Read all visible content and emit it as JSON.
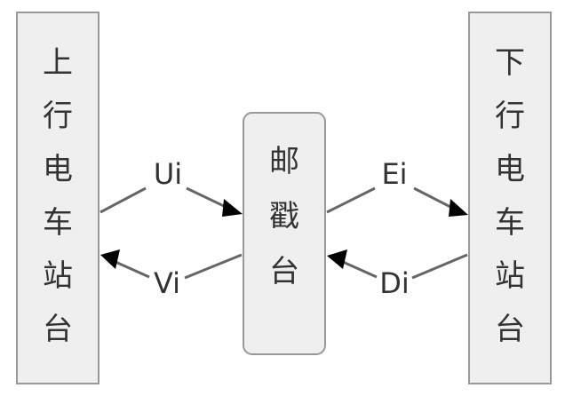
{
  "nodes": {
    "upstream": {
      "label": "上行电车站台"
    },
    "post": {
      "label": "邮戳台"
    },
    "downstream": {
      "label": "下行电车站台"
    }
  },
  "edges": {
    "ui": {
      "label": "Ui"
    },
    "vi": {
      "label": "Vi"
    },
    "ei": {
      "label": "Ei"
    },
    "di": {
      "label": "Di"
    }
  },
  "colors": {
    "box_fill": "#efefef",
    "box_stroke": "#999999",
    "line": "#666666",
    "arrow": "#000000",
    "text": "#333333"
  }
}
